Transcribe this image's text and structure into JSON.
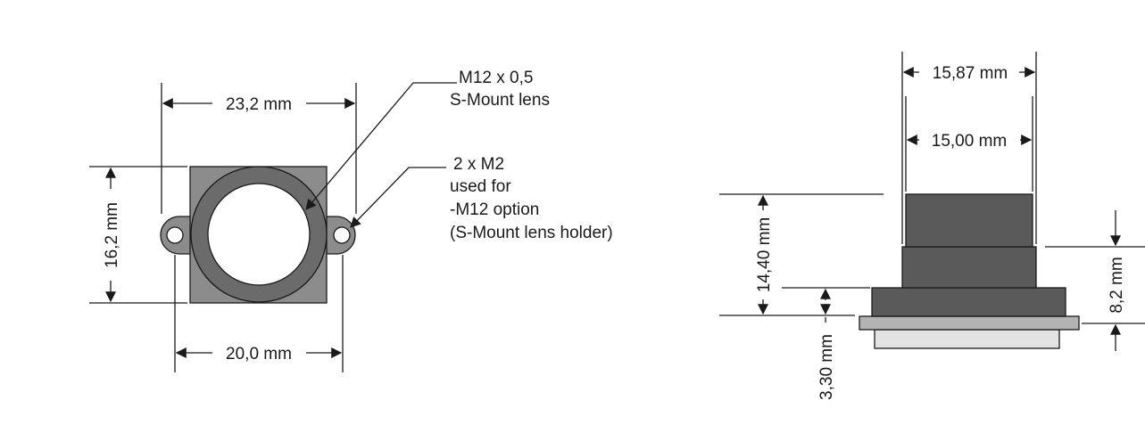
{
  "front_view": {
    "dim_width_top": "23,2 mm",
    "dim_height_left": "16,2 mm",
    "dim_width_bottom": "20,0 mm",
    "callout_lens": {
      "line1": "M12 x 0,5",
      "line2": "S-Mount lens"
    },
    "callout_screws": {
      "line1": "2 x M2",
      "line2": "used for",
      "line3": "-M12 option",
      "line4": "(S-Mount lens holder)"
    }
  },
  "side_view": {
    "dim_top_outer": "15,87 mm",
    "dim_top_inner": "15,00 mm",
    "dim_height_total": "14,40 mm",
    "dim_height_flange": "3,30 mm",
    "dim_height_right": "8,2 mm"
  },
  "colors": {
    "line": "#1a1a1a",
    "dark_body": "#5a5a5a",
    "mid_body": "#8c8c8c",
    "flange": "#b3b3b3",
    "base": "#e3e3e3",
    "lens": "#ffffff"
  }
}
